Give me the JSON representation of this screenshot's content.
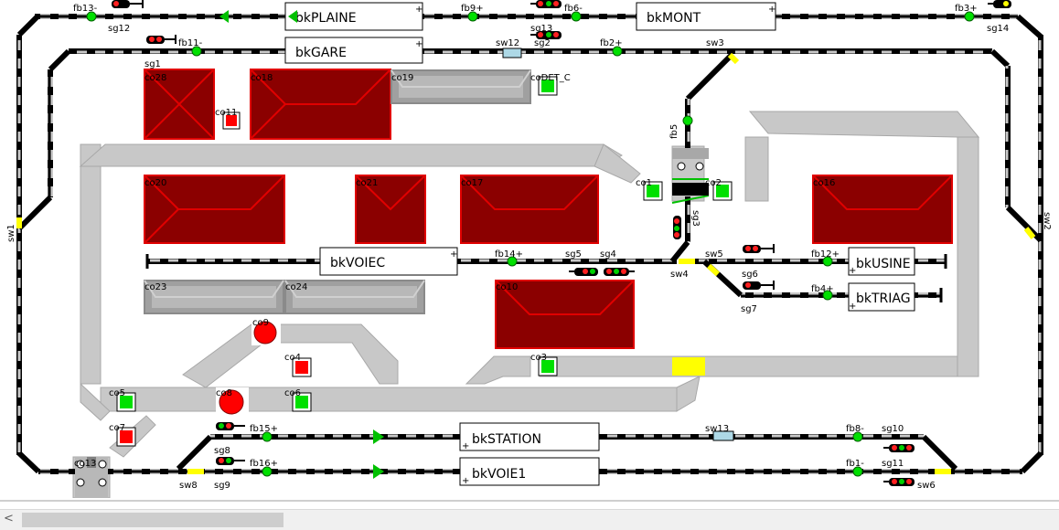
{
  "blocks": {
    "plaine": "bkPLAINE",
    "mont": "bkMONT",
    "gare": "bkGARE",
    "voiec": "bkVOIEC",
    "usine": "bkUSINE",
    "triag": "bkTRIAG",
    "station": "bkSTATION",
    "voie1": "bkVOIE1",
    "plus": "+"
  },
  "feedbacks": {
    "fb13": "fb13-",
    "fb9": "fb9+",
    "fb6": "fb6-",
    "fb3": "fb3+",
    "fb11": "fb11-",
    "fb2": "fb2+",
    "fb14": "fb14+",
    "fb12": "fb12+",
    "fb4": "fb4+",
    "fb15": "fb15+",
    "fb16": "fb16+",
    "fb8": "fb8-",
    "fb1": "fb1-",
    "fb5": "fb5"
  },
  "signals": {
    "sg12": "sg12",
    "sg13": "sg13",
    "sg14": "sg14",
    "sg1": "sg1",
    "sg2": "sg2",
    "sg5": "sg5",
    "sg4": "sg4",
    "sg3": "sg3",
    "sg6": "sg6",
    "sg7": "sg7",
    "sg8": "sg8",
    "sg9": "sg9",
    "sg10": "sg10",
    "sg11": "sg11"
  },
  "switches": {
    "sw1": "sw1",
    "sw2": "sw2",
    "sw3": "sw3",
    "sw4": "sw4",
    "sw5": "sw5",
    "sw6": "sw6",
    "sw8": "sw8",
    "sw12": "sw12",
    "sw13": "sw13"
  },
  "outputs": {
    "co28": "co28",
    "co18": "co18",
    "co19": "co19",
    "coDET": "coDET_C",
    "co11": "co11",
    "co20": "co20",
    "co21": "co21",
    "co17": "co17",
    "co1": "co1",
    "co2": "co2",
    "co16": "co16",
    "co23": "co23",
    "co24": "co24",
    "co9": "co9",
    "co10": "co10",
    "co4": "co4",
    "co3": "co3",
    "co5": "co5",
    "co8": "co8",
    "co6": "co6",
    "co7": "co7",
    "co13": "co13"
  },
  "colors": {
    "rail": "#000000",
    "tie": "#c8c8c8",
    "on": "#00e000",
    "red": "#ff0000",
    "roof": "#8b0000",
    "road": "#c8c8c8",
    "sensor_active": "#ffff00"
  },
  "scrollbar": {
    "left_arrow": "<"
  }
}
